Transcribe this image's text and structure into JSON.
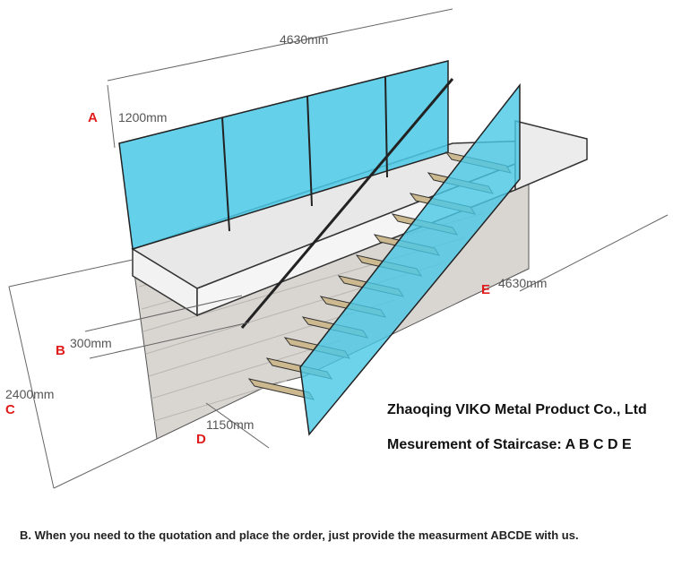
{
  "dimensions": {
    "top_length": "4630mm",
    "height_a": "1200mm",
    "step_b": "300mm",
    "total_height_c": "2400mm",
    "width_d": "1150mm",
    "run_e": "4630mm"
  },
  "letters": {
    "a": "A",
    "b": "B",
    "c": "C",
    "d": "D",
    "e": "E"
  },
  "company": "Zhaoqing VIKO Metal Product Co., Ltd",
  "measurement_line": "Mesurement of Staircase: A B C D E",
  "footer": "B. When you need  to the quotation and place the order, just provide the measurment ABCDE with us.",
  "colors": {
    "glass": "#49c8e6",
    "wall": "#d6d3cf",
    "tread": "#cdb98f",
    "label_red": "#e01b1b"
  }
}
